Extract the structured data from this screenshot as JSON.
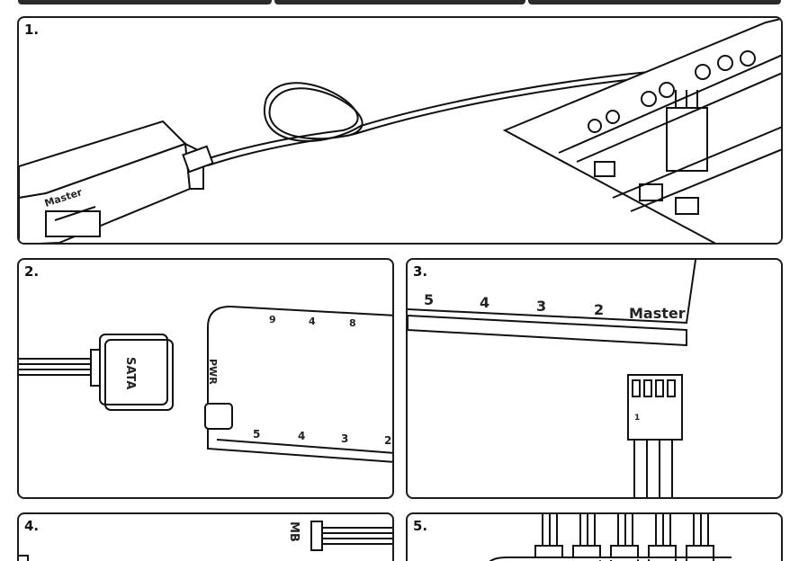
{
  "steps": [
    {
      "number": "1."
    },
    {
      "number": "2."
    },
    {
      "number": "3."
    },
    {
      "number": "4."
    },
    {
      "number": "5."
    }
  ],
  "panel1": {
    "hub_label": "Master"
  },
  "panel2": {
    "connector_label": "SATA",
    "power_label": "PWR",
    "top_ports": [
      "9",
      "4",
      "8"
    ],
    "bottom_ports": [
      "5",
      "4",
      "3",
      "2"
    ]
  },
  "panel3": {
    "ports": [
      "5",
      "4",
      "3",
      "2",
      "Master"
    ],
    "pin_label": "1"
  },
  "panel4": {
    "mb_label": "MB"
  }
}
